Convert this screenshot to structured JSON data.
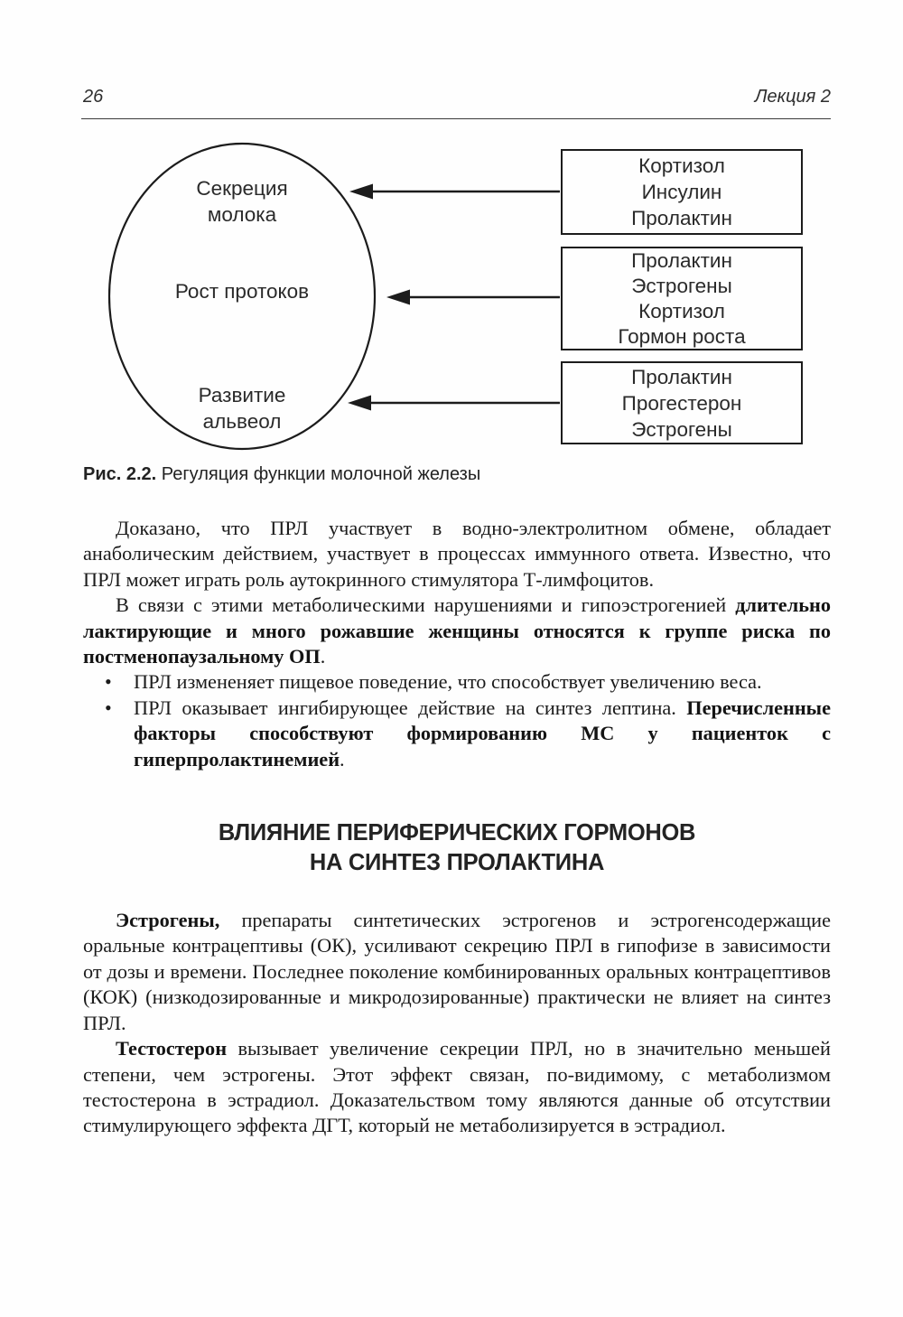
{
  "header": {
    "page_number": "26",
    "running_title": "Лекция 2"
  },
  "figure": {
    "ellipse_labels": [
      "Секреция молока",
      "Рост протоков",
      "Развитие альвеол"
    ],
    "boxes": [
      {
        "lines": [
          "Кортизол",
          "Инсулин",
          "Пролактин"
        ]
      },
      {
        "lines": [
          "Пролактин",
          "Эстрогены",
          "Кортизол",
          "Гормон роста"
        ]
      },
      {
        "lines": [
          "Пролактин",
          "Прогестерон",
          "Эстрогены"
        ]
      }
    ],
    "caption_label": "Рис. 2.2.",
    "caption_text": " Регуляция функции молочной железы"
  },
  "main": {
    "p1": "Доказано, что ПРЛ участвует в водно-электролитном обмене, обла­дает анаболическим действием, участвует в процессах иммунного отве­та. Известно, что ПРЛ может играть роль аутокринного стимулятора Т-лимфоцитов.",
    "p2_normal": "В связи с этими метаболическими нарушениями и гипоэстрогенией ",
    "p2_bold": "длительно лактирующие и много рожавшие женщины относятся к группе риска по постменопаузальному ОП",
    "p2_period": ".",
    "bullet1": "ПРЛ измененяет пищевое поведение, что способствует увеличе­нию веса.",
    "bullet2_normal": "ПРЛ оказывает ингибирующее действие на синтез лептина. ",
    "bullet2_bold": "Пере­численные факторы способствуют формированию МС у пациенток с гиперпролактинемией",
    "bullet2_period": ".",
    "heading_line1": "ВЛИЯНИЕ ПЕРИФЕРИЧЕСКИХ ГОРМОНОВ",
    "heading_line2": "НА СИНТЕЗ ПРОЛАКТИНА",
    "p3_bold": "Эстрогены,",
    "p3_normal": " препараты синтетических эстрогенов и эстрогенсодер­жащие оральные контрацептивы (ОК), усиливают секрецию ПРЛ в гипофизе в зависимости от дозы и времени. Последнее поколение комбинированных оральных контрацептивов (КОК) (низкодозирован­ные и микродозированные) практически не влияет на синтез ПРЛ.",
    "p4_bold": "Тестостерон",
    "p4_normal": " вызывает увеличение секреции ПРЛ, но в значительно меньшей степени, чем эстрогены. Этот эффект связан, по-видимому, с метаболизмом тестостерона в эстрадиол. Доказательством тому явля­ются данные об отсутствии стимулирующего эффекта ДГТ, который не метаболизируется в эстрадиол."
  },
  "colors": {
    "text": "#1b1b1b",
    "diagram_line": "#1c1c1c",
    "background": "#fefefe"
  }
}
